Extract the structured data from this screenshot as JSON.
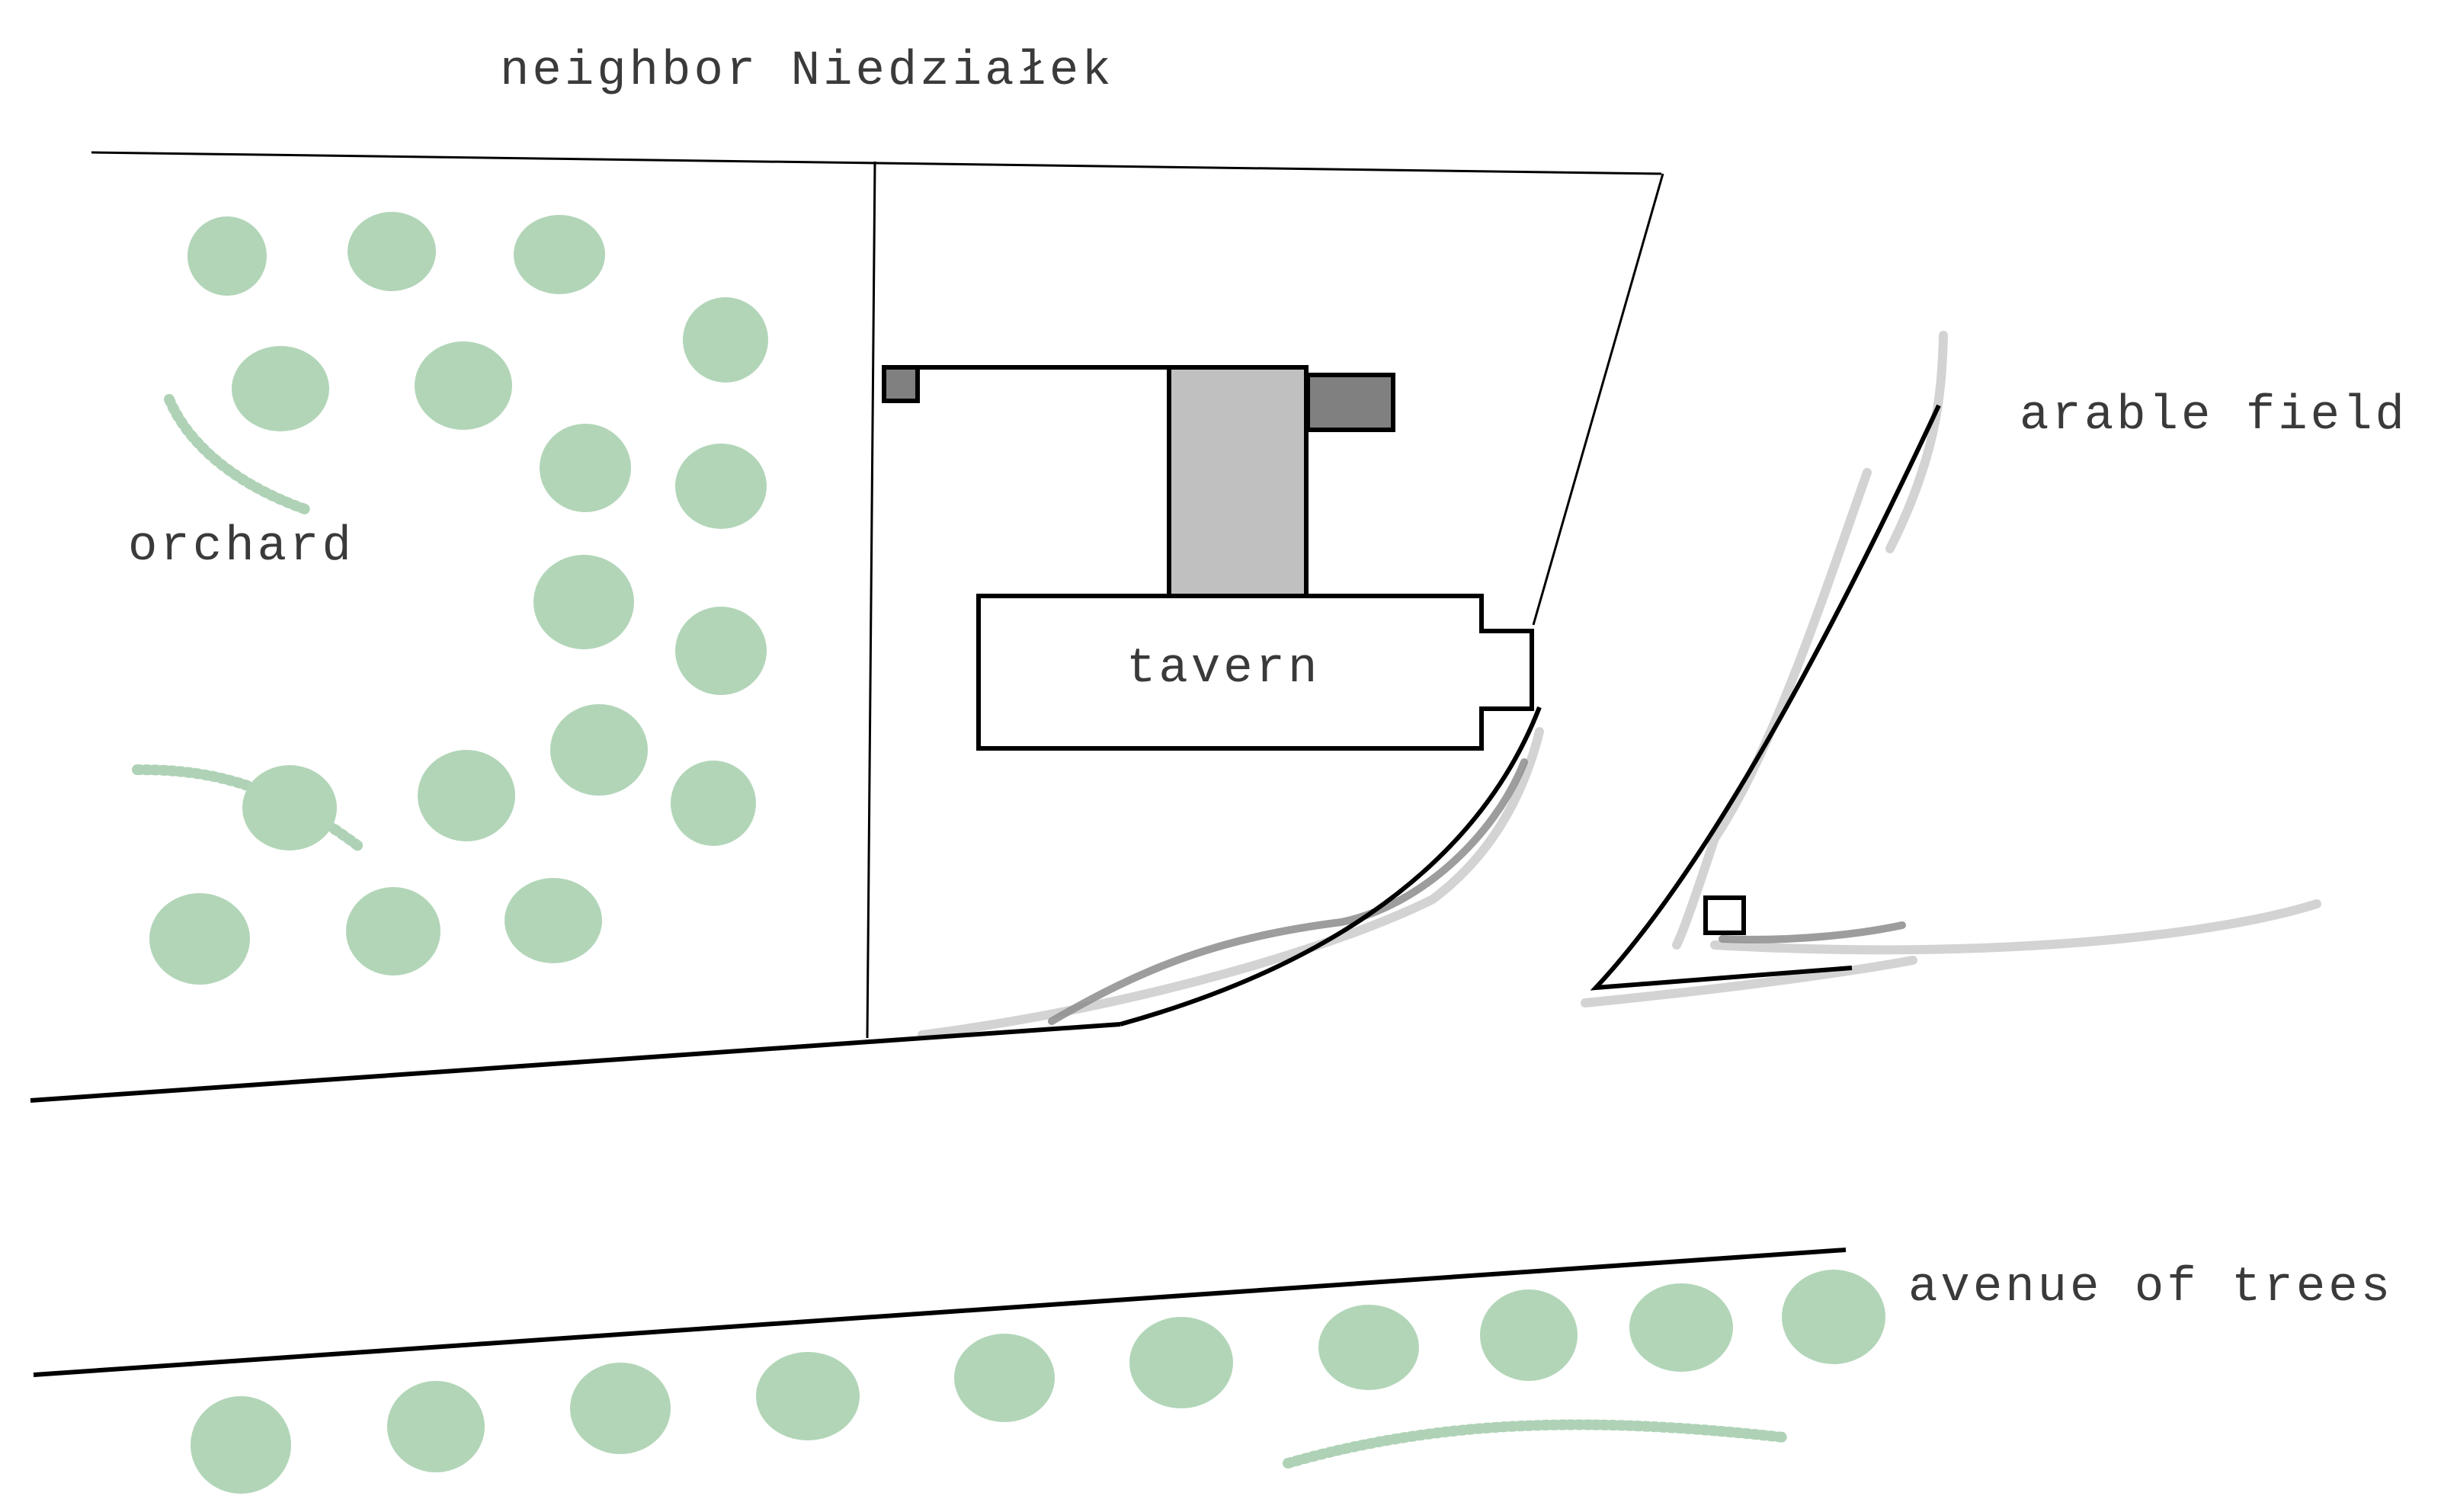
{
  "labels": {
    "neighbor": "neighbor Niedziałek",
    "orchard": "orchard",
    "tavern": "tavern",
    "arable_field": "arable field",
    "avenue": "avenue of trees"
  },
  "colors": {
    "tree": "#b2d5b8",
    "annex": "#c0c0c0",
    "outbuilding": "#808080",
    "line": "#000000",
    "text": "#3a3a3a"
  }
}
